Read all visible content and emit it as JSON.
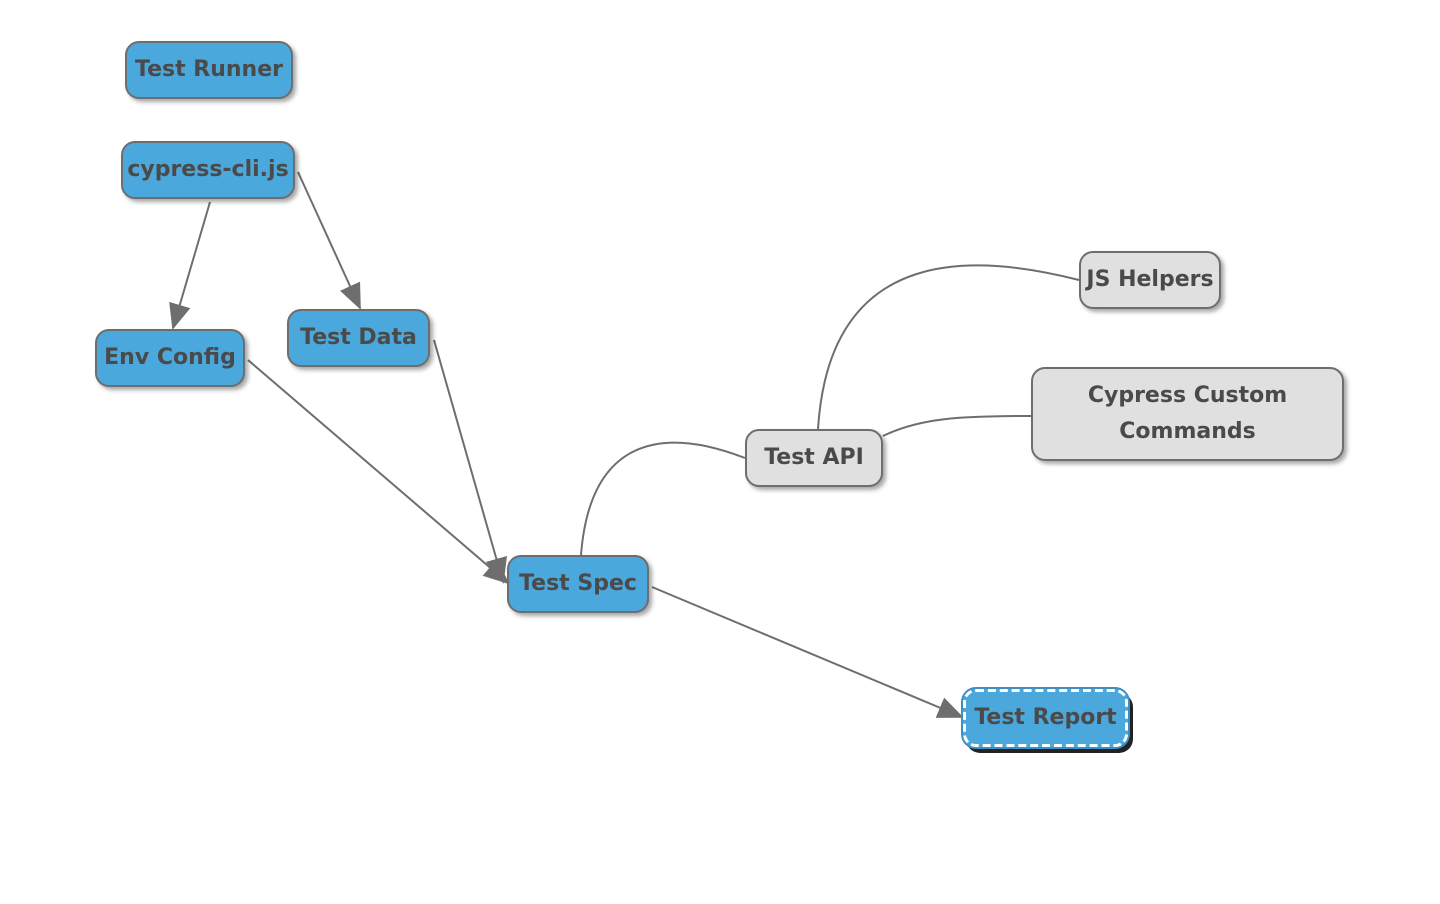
{
  "diagram": {
    "nodes": {
      "test_runner": "Test Runner",
      "cypress_cli": "cypress-cli.js",
      "env_config": "Env Config",
      "test_data": "Test Data",
      "test_spec": "Test Spec",
      "test_api": "Test API",
      "js_helpers": "JS Helpers",
      "cypress_commands_line1": "Cypress Custom",
      "cypress_commands_line2": "Commands",
      "test_report": "Test Report"
    },
    "edges": [
      {
        "from": "cypress-cli.js",
        "to": "Env Config",
        "arrow": true
      },
      {
        "from": "cypress-cli.js",
        "to": "Test Data",
        "arrow": true
      },
      {
        "from": "Env Config",
        "to": "Test Spec",
        "arrow": true
      },
      {
        "from": "Test Data",
        "to": "Test Spec",
        "arrow": true
      },
      {
        "from": "Test Spec",
        "to": "Test Report",
        "arrow": true
      },
      {
        "from": "Test Spec",
        "to": "Test API",
        "arrow": false
      },
      {
        "from": "Test API",
        "to": "JS Helpers",
        "arrow": false
      },
      {
        "from": "Test API",
        "to": "Cypress Custom Commands",
        "arrow": false
      }
    ],
    "colors": {
      "blue_node": "#4aa8dc",
      "grey_node": "#e0e0e0",
      "edge": "#6e6e6e",
      "text": "#4a4a4a"
    }
  }
}
